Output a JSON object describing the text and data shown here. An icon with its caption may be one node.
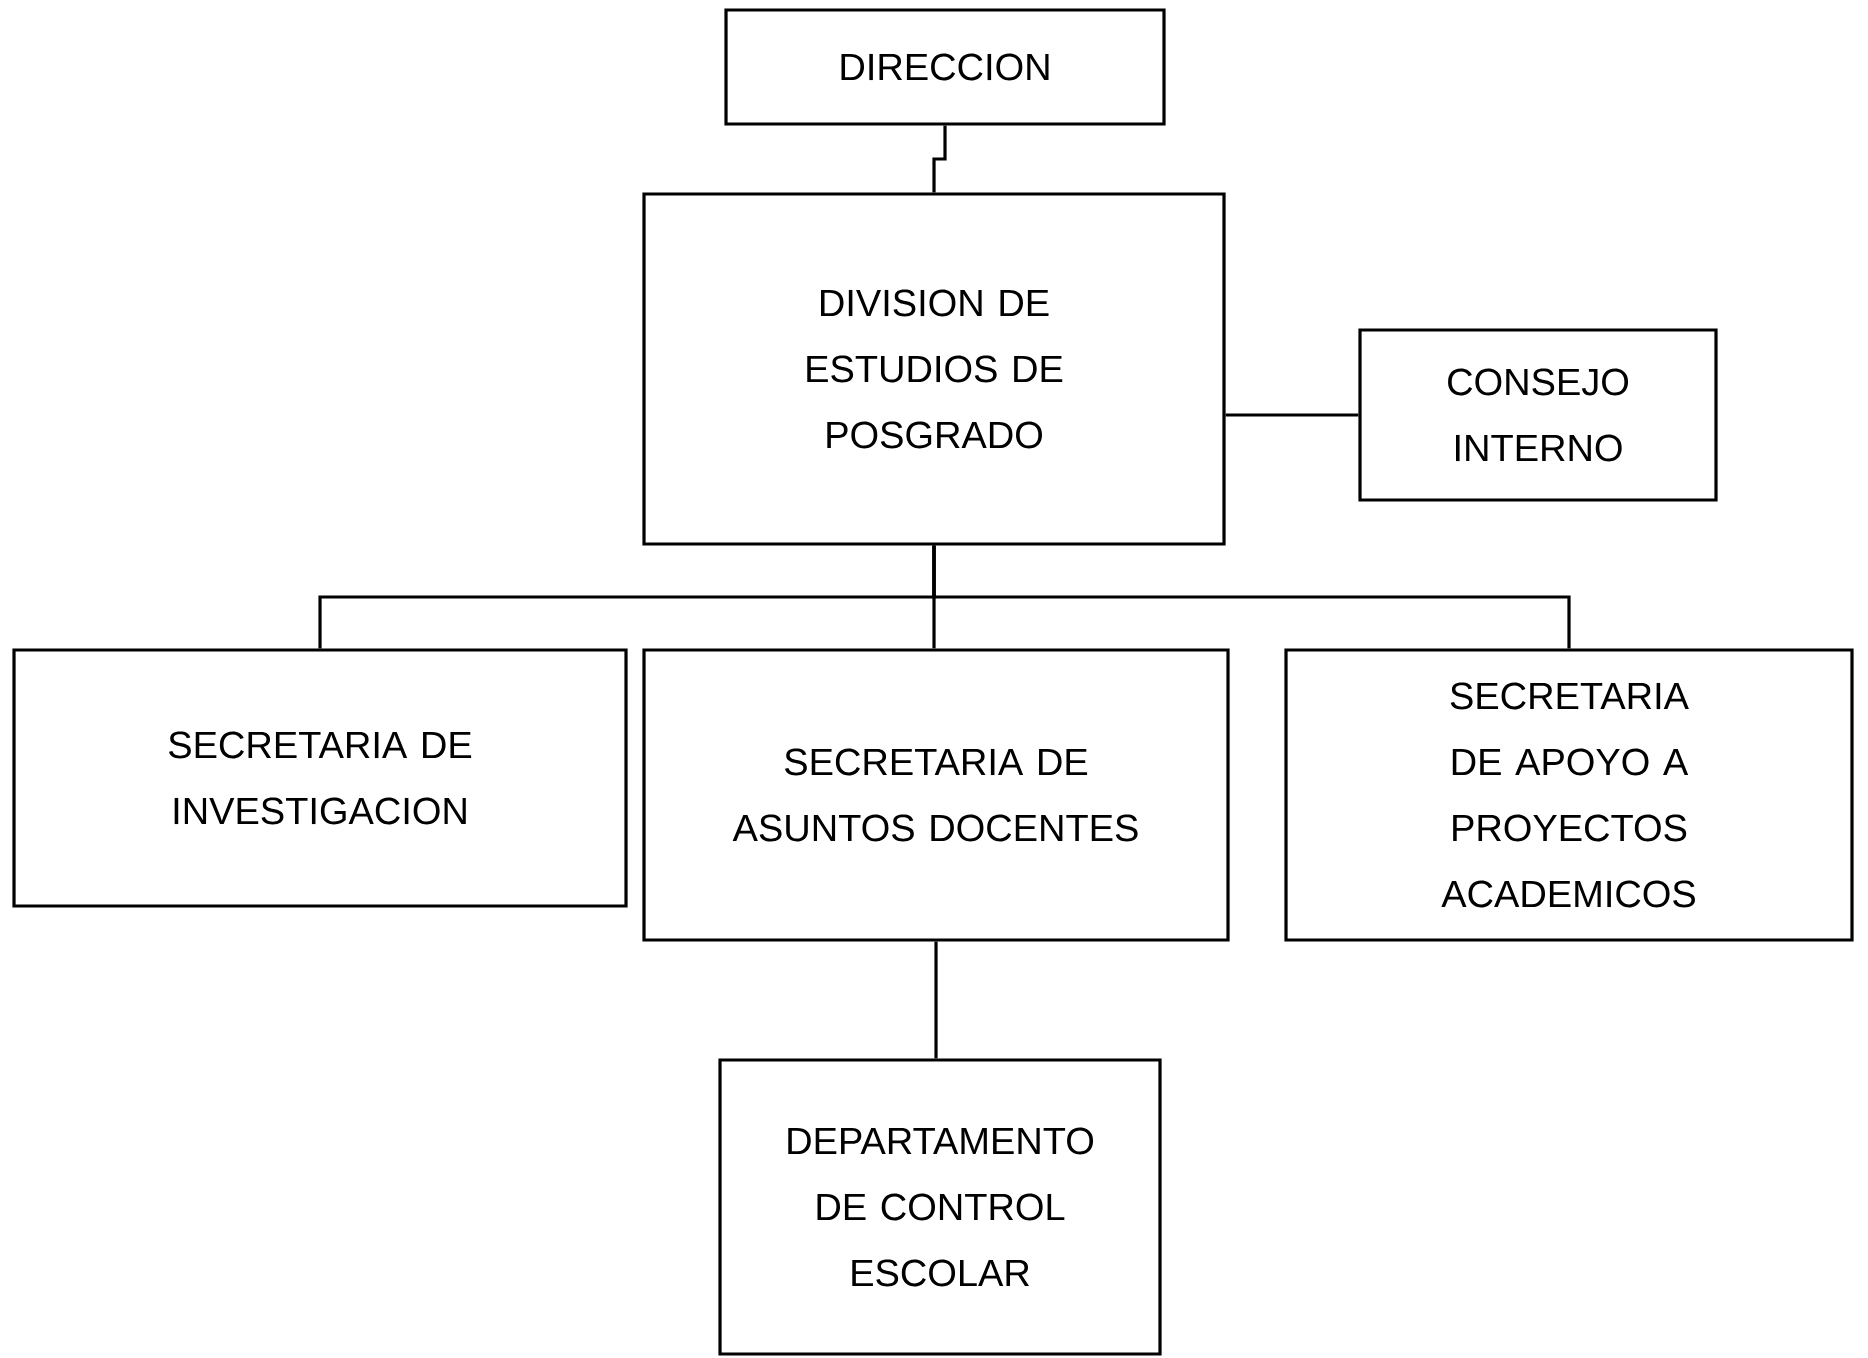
{
  "diagram": {
    "nodes": [
      {
        "text": [
          "DIRECCION"
        ]
      },
      {
        "text": [
          "DIVISION DE ESTUDIOS DE POSGRADO"
        ]
      },
      {
        "text": [
          "CONSEJO INTERNO"
        ]
      },
      {
        "text": [
          "SECRETARIA DE INVESTIGACION"
        ]
      },
      {
        "text": [
          "SECRETARIA DE ASUNTOS DOCENTES"
        ]
      },
      {
        "text": [
          "SECRETARIA DE APOYO A PROYECTOS ACADEMICOS"
        ]
      },
      {
        "text": [
          "DEPARTAMENTO DE CONTROL ESCOLAR"
        ]
      }
    ],
    "edges": [
      {
        "from": 0,
        "to": 1,
        "arrow": "none"
      },
      {
        "from": 1,
        "to": 2,
        "arrow": "none"
      },
      {
        "from": 1,
        "to": 3,
        "arrow": "none"
      },
      {
        "from": 1,
        "to": 4,
        "arrow": "none"
      },
      {
        "from": 1,
        "to": 5,
        "arrow": "none"
      },
      {
        "from": 4,
        "to": 6,
        "arrow": "none"
      }
    ]
  }
}
